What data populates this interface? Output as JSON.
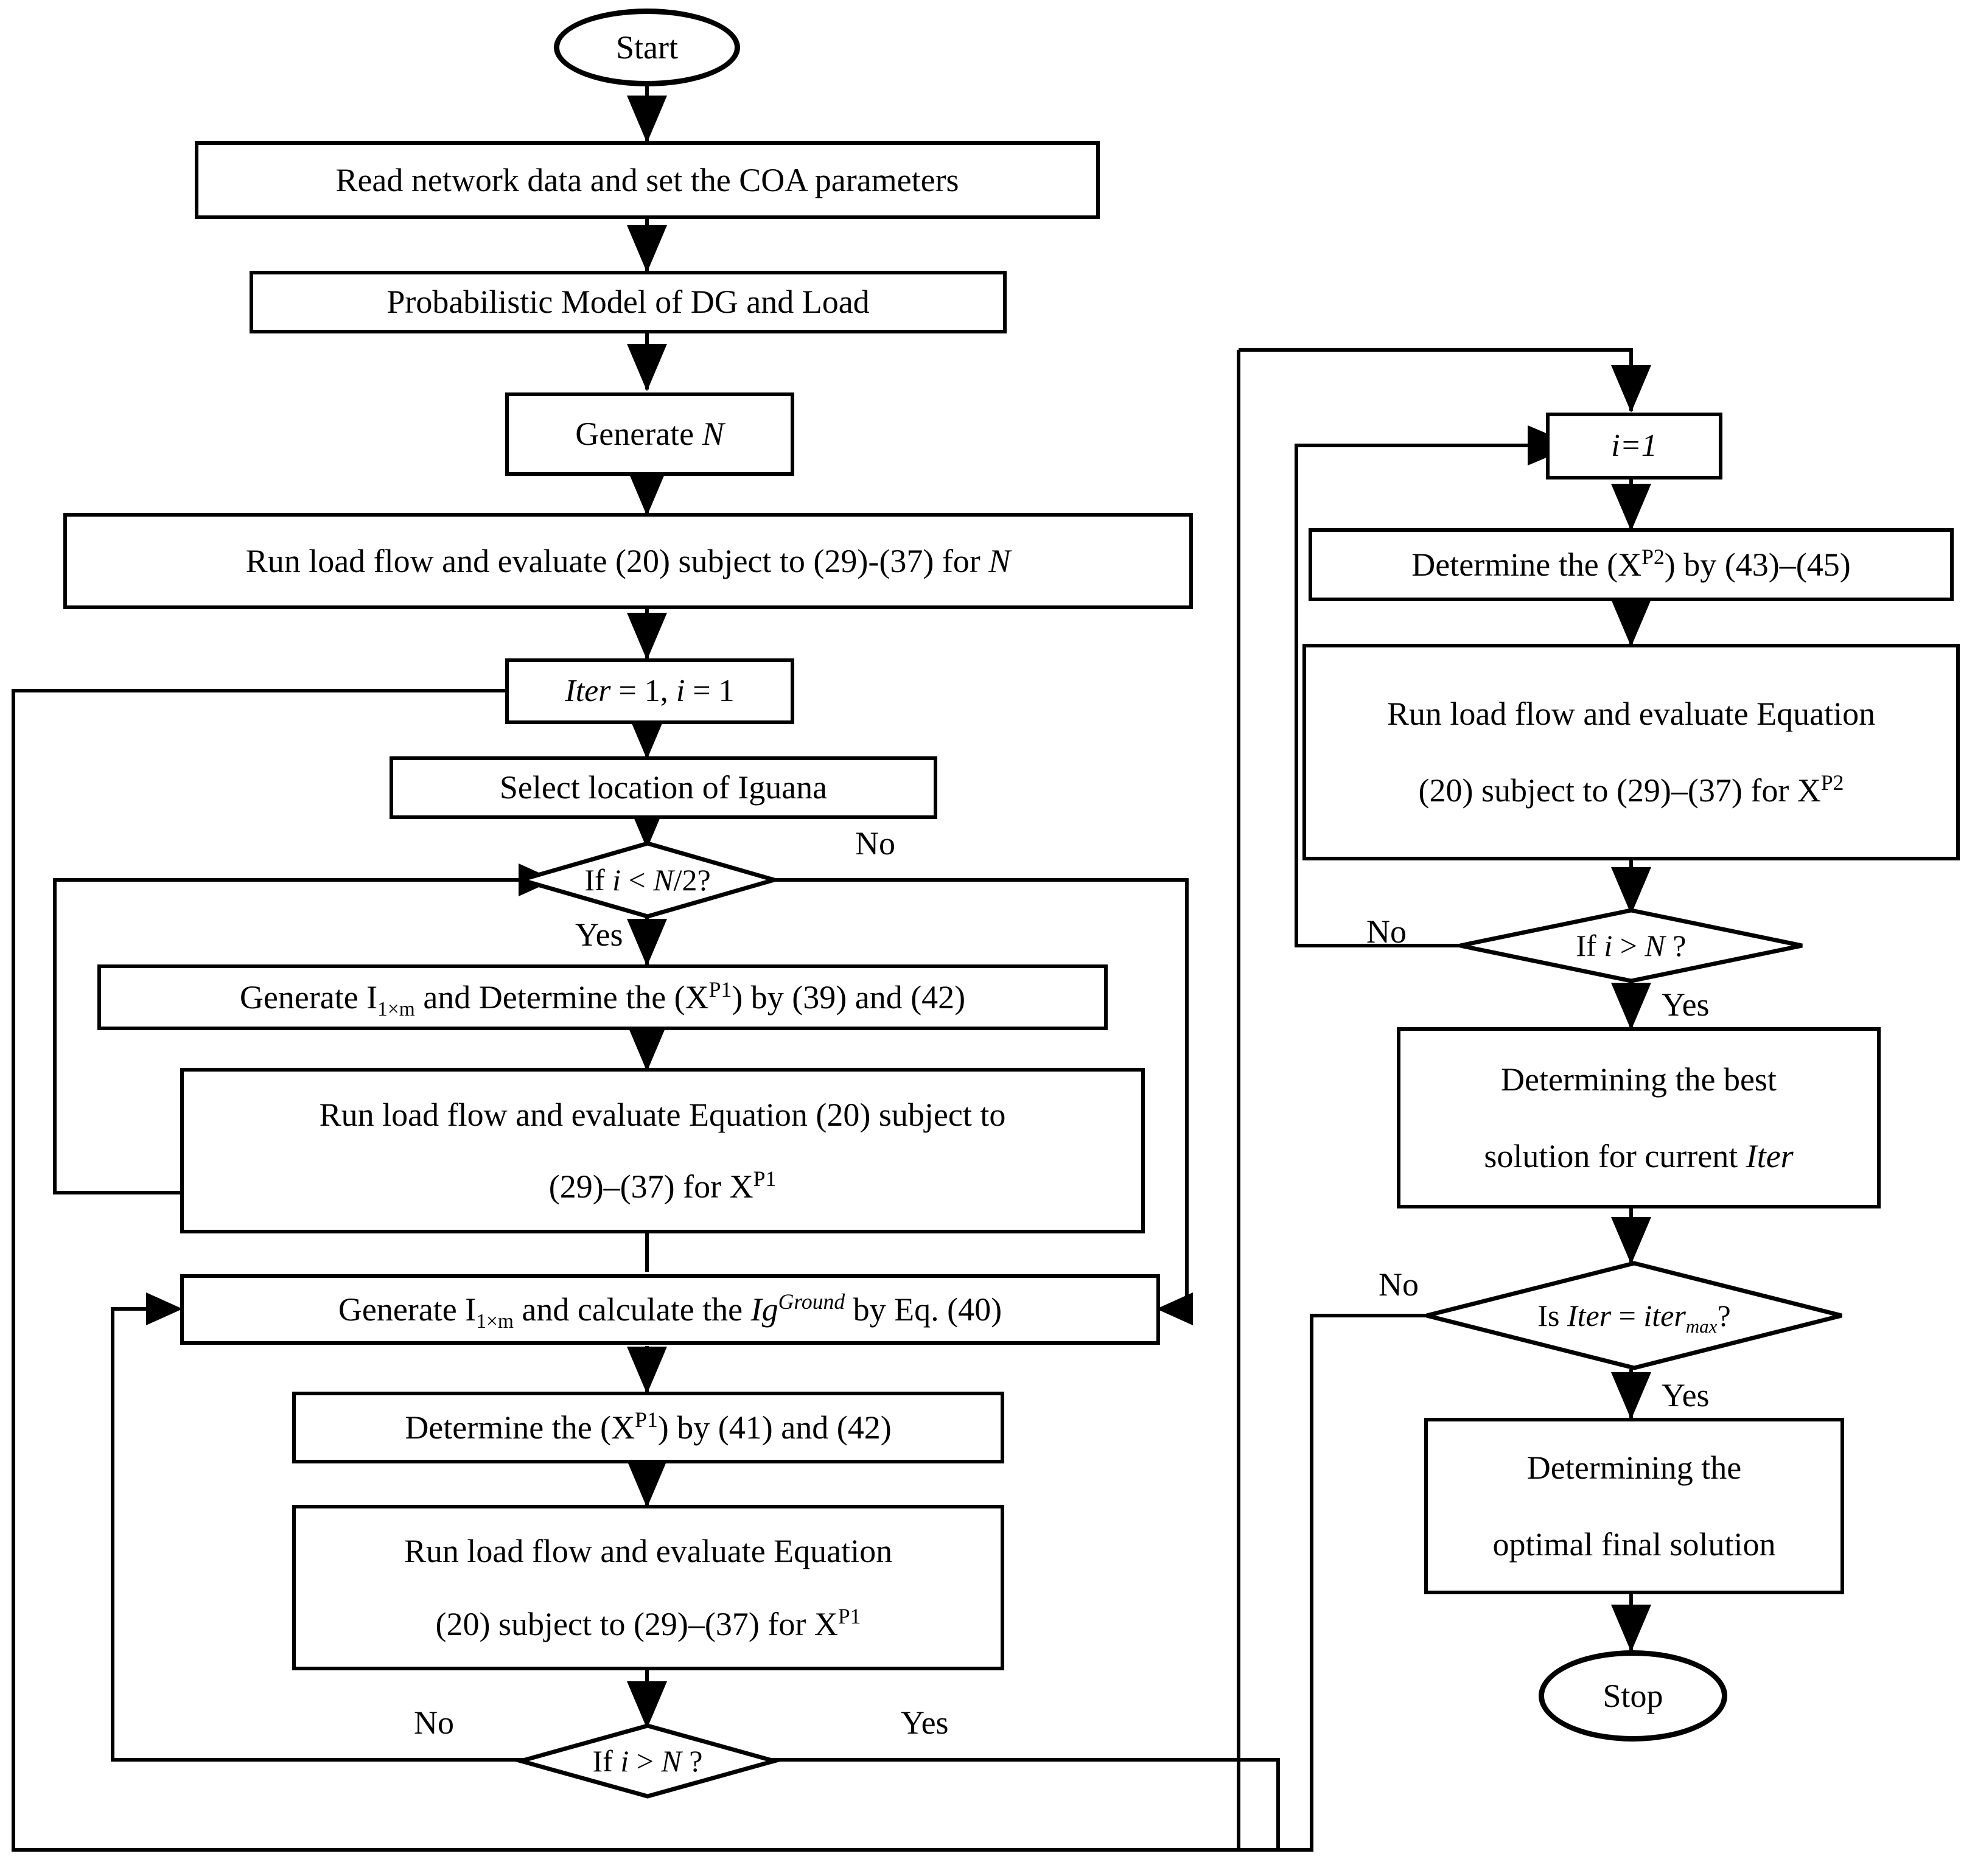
{
  "diagram": {
    "title": "COA optimization flowchart",
    "stroke_color": "#000000",
    "background_color": "#ffffff"
  },
  "nodes": {
    "start": {
      "label": "Start",
      "type": "terminator"
    },
    "read_network": {
      "label": "Read network data and set the COA parameters",
      "type": "process"
    },
    "prob_model": {
      "label": "Probabilistic Model of DG and Load",
      "type": "process"
    },
    "generate_n": {
      "label": "Generate N",
      "type": "process"
    },
    "run_load_flow_n": {
      "label": "Run load flow and evaluate (20) subject to (29)-(37) for N",
      "type": "process"
    },
    "iter_init": {
      "label": "Iter = 1, i = 1",
      "type": "process"
    },
    "select_iguana": {
      "label": "Select location of Iguana",
      "type": "process"
    },
    "if_i_lt_n2": {
      "label": "If i < N/2?",
      "type": "decision"
    },
    "gen_i_det_xp1_39_42": {
      "label": "Generate I1×m and Determine the (XP1) by (39) and (42)",
      "type": "process"
    },
    "run_lf_eq20_xp1_a_line1": {
      "label": "Run load flow and evaluate Equation (20) subject to",
      "type": "process"
    },
    "run_lf_eq20_xp1_a_line2": {
      "label": "(29)–(37) for XP1",
      "type": "process"
    },
    "gen_i_calc_ig": {
      "label": "Generate I1×m and calculate the IgGround by Eq. (40)",
      "type": "process"
    },
    "det_xp1_41_42": {
      "label": "Determine the (XP1) by (41) and (42)",
      "type": "process"
    },
    "run_lf_eq20_xp1_b_line1": {
      "label": "Run load flow and evaluate Equation",
      "type": "process"
    },
    "run_lf_eq20_xp1_b_line2": {
      "label": "(20) subject to (29)–(37) for XP1",
      "type": "process"
    },
    "if_i_gt_n_left": {
      "label": "If i > N ?",
      "type": "decision"
    },
    "i_eq_1": {
      "label": "i=1",
      "type": "process"
    },
    "det_xp2_43_45": {
      "label": "Determine the (XP2) by (43)–(45)",
      "type": "process"
    },
    "run_lf_eq20_xp2_line1": {
      "label": "Run load flow and evaluate Equation",
      "type": "process"
    },
    "run_lf_eq20_xp2_line2": {
      "label": "(20) subject to (29)–(37) for XP2",
      "type": "process"
    },
    "if_i_gt_n_right": {
      "label": "If i > N ?",
      "type": "decision"
    },
    "best_solution_line1": {
      "label": "Determining the best",
      "type": "process"
    },
    "best_solution_line2": {
      "label": "solution for current Iter",
      "type": "process"
    },
    "is_iter_max": {
      "label": "Is Iter = itermax?",
      "type": "decision"
    },
    "final_solution_line1": {
      "label": "Determining the",
      "type": "process"
    },
    "final_solution_line2": {
      "label": "optimal final solution",
      "type": "process"
    },
    "stop": {
      "label": "Stop",
      "type": "terminator"
    }
  },
  "edge_labels": {
    "no_if_i_lt_n2": "No",
    "yes_if_i_lt_n2": "Yes",
    "no_if_i_gt_n_left": "No",
    "yes_if_i_gt_n_left": "Yes",
    "no_if_i_gt_n_right": "No",
    "yes_if_i_gt_n_right": "Yes",
    "no_is_iter_max": "No",
    "yes_is_iter_max": "Yes"
  },
  "symbols": {
    "subscript_1xm": "1×m",
    "superscript_p1": "P1",
    "superscript_p2": "P2",
    "superscript_ground": "Ground",
    "subscript_max": "max"
  }
}
